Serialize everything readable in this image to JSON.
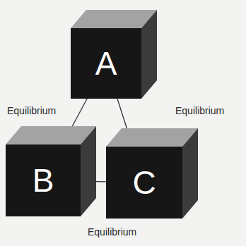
{
  "diagram": {
    "nodes": [
      {
        "text": [
          "A"
        ]
      },
      {
        "text": [
          "B"
        ]
      },
      {
        "text": [
          "C"
        ]
      }
    ],
    "edges": [
      {
        "from": 0,
        "to": 1,
        "arrow": "none",
        "label": "Equilibrium"
      },
      {
        "from": 0,
        "to": 2,
        "arrow": "none",
        "label": "Equilibrium"
      },
      {
        "from": 1,
        "to": 2,
        "arrow": "none",
        "label": "Equilibrium"
      }
    ]
  }
}
